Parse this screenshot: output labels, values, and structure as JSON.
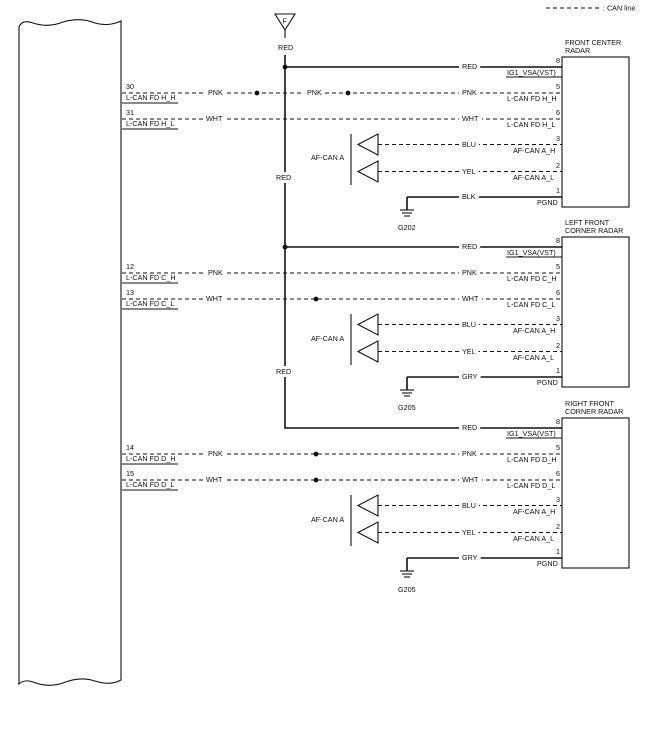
{
  "legend": {
    "label": ": CAN line"
  },
  "fuse": {
    "letter": "F",
    "wire_color": "RED"
  },
  "riser": {
    "label_1": "RED",
    "label_2": "RED"
  },
  "ecu": {
    "pins": [
      {
        "num": "30",
        "name": "L-CAN FD H_H"
      },
      {
        "num": "31",
        "name": "L-CAN FD H_L"
      },
      {
        "num": "12",
        "name": "L-CAN FD C_H"
      },
      {
        "num": "13",
        "name": "L-CAN FD C_L"
      },
      {
        "num": "14",
        "name": "L-CAN FD D_H"
      },
      {
        "num": "15",
        "name": "L-CAN FD D_L"
      }
    ]
  },
  "modules": [
    {
      "title_1": "FRONT CENTER",
      "title_2": "RADAR",
      "af_can_label": "AF-CAN A",
      "ground": "G202",
      "mid_wire_color": "PNK",
      "wires": [
        {
          "color": "RED",
          "pin": "8",
          "name": "IG1_VSA(VST)"
        },
        {
          "color": "PNK",
          "pin": "5",
          "name": "L-CAN FD H_H"
        },
        {
          "color": "WHT",
          "pin": "6",
          "name": "L-CAN FD H_L"
        },
        {
          "color": "BLU",
          "pin": "3",
          "name": "AF-CAN A_H"
        },
        {
          "color": "YEL",
          "pin": "2",
          "name": "AF-CAN A_L"
        },
        {
          "color": "BLK",
          "pin": "1",
          "name": "PGND"
        }
      ]
    },
    {
      "title_1": "LEFT FRONT",
      "title_2": "CORNER RADAR",
      "af_can_label": "AF-CAN A",
      "ground": "G205",
      "wires": [
        {
          "color": "RED",
          "pin": "8",
          "name": "IG1_VSA(VST)"
        },
        {
          "color": "PNK",
          "pin": "5",
          "name": "L-CAN FD C_H"
        },
        {
          "color": "WHT",
          "pin": "6",
          "name": "L-CAN FD C_L"
        },
        {
          "color": "BLU",
          "pin": "3",
          "name": "AF-CAN A_H"
        },
        {
          "color": "YEL",
          "pin": "2",
          "name": "AF-CAN A_L"
        },
        {
          "color": "GRY",
          "pin": "1",
          "name": "PGND"
        }
      ]
    },
    {
      "title_1": "RIGHT FRONT",
      "title_2": "CORNER RADAR",
      "af_can_label": "AF-CAN A",
      "ground": "G205",
      "wires": [
        {
          "color": "RED",
          "pin": "8",
          "name": "IG1_VSA(VST)"
        },
        {
          "color": "PNK",
          "pin": "5",
          "name": "L-CAN FD D_H"
        },
        {
          "color": "WHT",
          "pin": "6",
          "name": "L-CAN FD D_L"
        },
        {
          "color": "BLU",
          "pin": "3",
          "name": "AF-CAN A_H"
        },
        {
          "color": "YEL",
          "pin": "2",
          "name": "AF-CAN A_L"
        },
        {
          "color": "GRY",
          "pin": "1",
          "name": "PGND"
        }
      ]
    }
  ]
}
